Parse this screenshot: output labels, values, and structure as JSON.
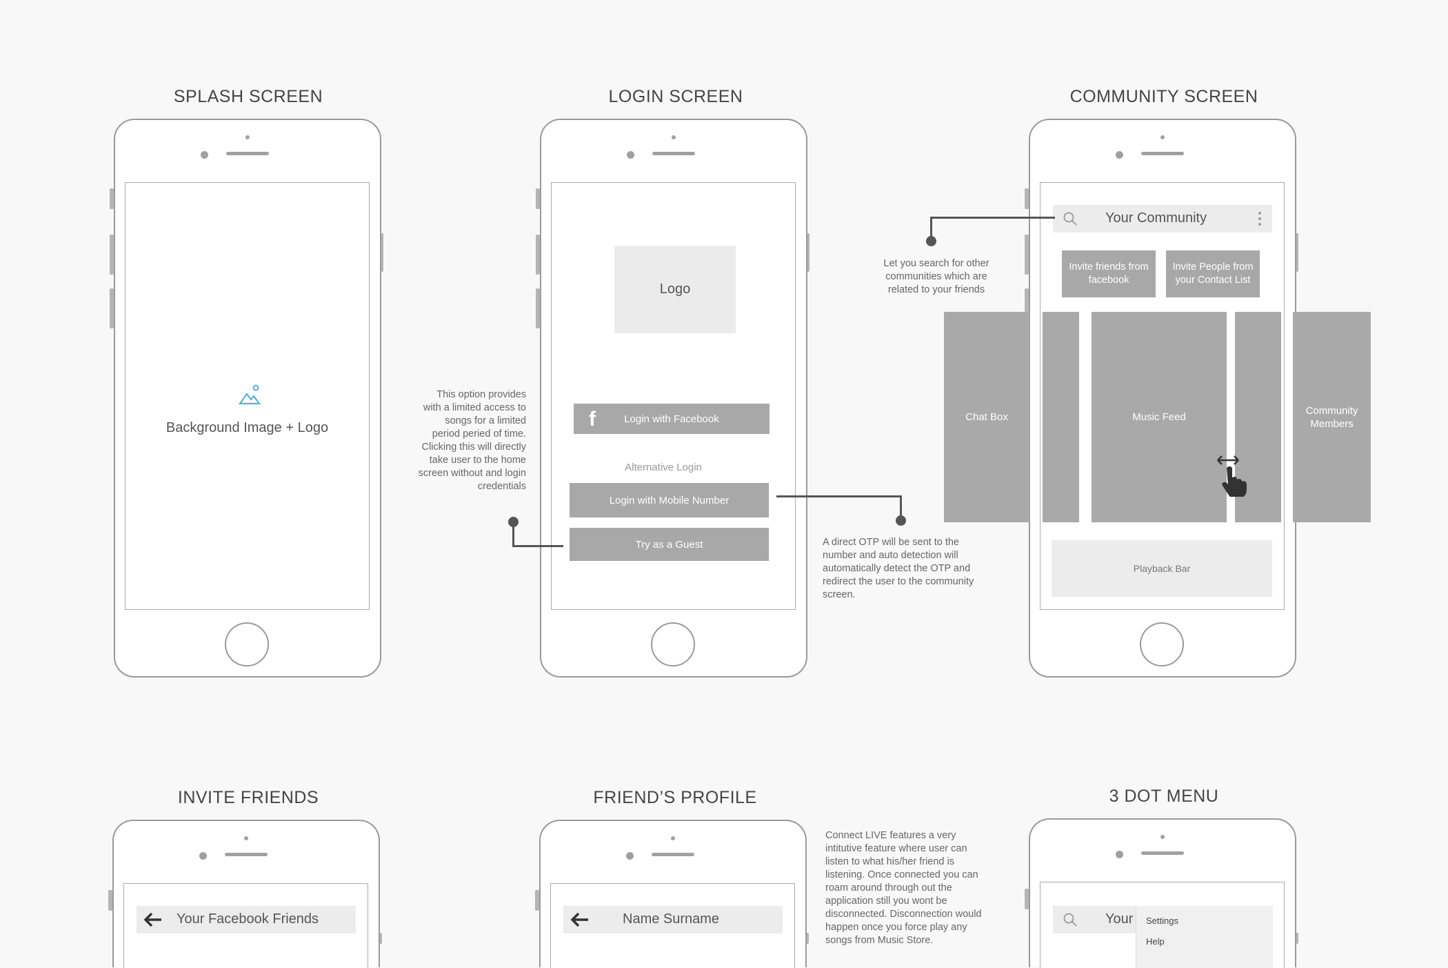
{
  "titles": {
    "splash": "SPLASH SCREEN",
    "login": "LOGIN SCREEN",
    "community": "COMMUNITY SCREEN",
    "invite": "INVITE FRIENDS",
    "profile": "FRIEND’S PROFILE",
    "menu": "3 DOT MENU"
  },
  "splash": {
    "label": "Background Image + Logo",
    "icon": "image-icon",
    "icon_color": "#4fb3d9"
  },
  "login": {
    "logo": "Logo",
    "facebook_button": "Login with Facebook",
    "alternative_label": "Alternative Login",
    "mobile_button": "Login with Mobile Number",
    "guest_button": "Try as a Guest"
  },
  "community": {
    "search_title": "Your Community",
    "invite_facebook": "Invite friends from facebook",
    "invite_contacts": "Invite People from your Contact List",
    "chat_box": "Chat Box",
    "music_feed": "Music Feed",
    "community_members": "Community Members",
    "playback_bar": "Playback Bar"
  },
  "notes": {
    "guest": "This option provides with a limited access to songs for a limited period peried of time. Clicking this will directly take user to the home screen without and login credentials",
    "otp": "A direct OTP will be sent to the number and auto detection will automatically detect the OTP and redirect the user to the community screen.",
    "search": "Let you search for other communities which are related to your friends",
    "connect_live": "Connect LIVE features a very intitutive feature where user can listen to what his/her friend is listening. Once connected you can roam around through out the application still you wont be disconnected. Disconnection would happen once you force play any songs from Music Store."
  },
  "invite": {
    "header": "Your Facebook Friends"
  },
  "profile": {
    "header": "Name Surname"
  },
  "menu": {
    "search_title": "Your Community",
    "items": [
      "Settings",
      "Help"
    ]
  }
}
